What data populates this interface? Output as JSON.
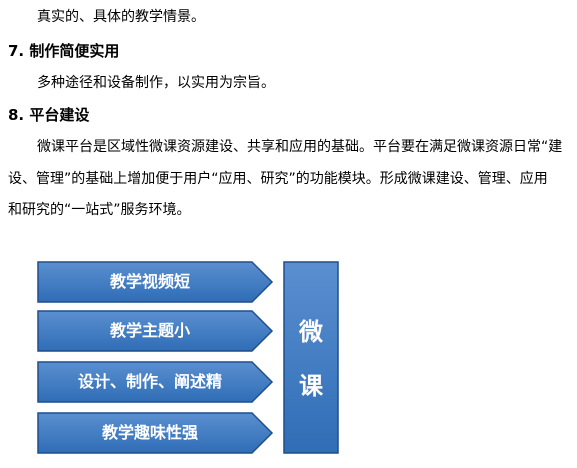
{
  "text": {
    "line1": "真实的、具体的教学情景。",
    "heading7": "7. 制作简便实用",
    "para7": "多种途径和设备制作，以实用为宗旨。",
    "heading8": "8. 平台建设",
    "para8_line1": "微课平台是区域性微课资源建设、共享和应用的基础。平台要在满足微课资源日常“建",
    "para8_line2": "设、管理”的基础上增加便于用户“应用、研究”的功能模块。形成微课建设、管理、应用",
    "para8_line3": "和研究的“一站式”服务环境。"
  },
  "diagram": {
    "arrows": [
      "教学视频短",
      "教学主题小",
      "设计、制作、阐述精",
      "教学趣味性强"
    ],
    "box_chars": [
      "微",
      "课"
    ],
    "colors": {
      "fill_top": "#5b8fd0",
      "fill_bottom": "#2f6db6",
      "border": "#1f4f8c"
    }
  }
}
